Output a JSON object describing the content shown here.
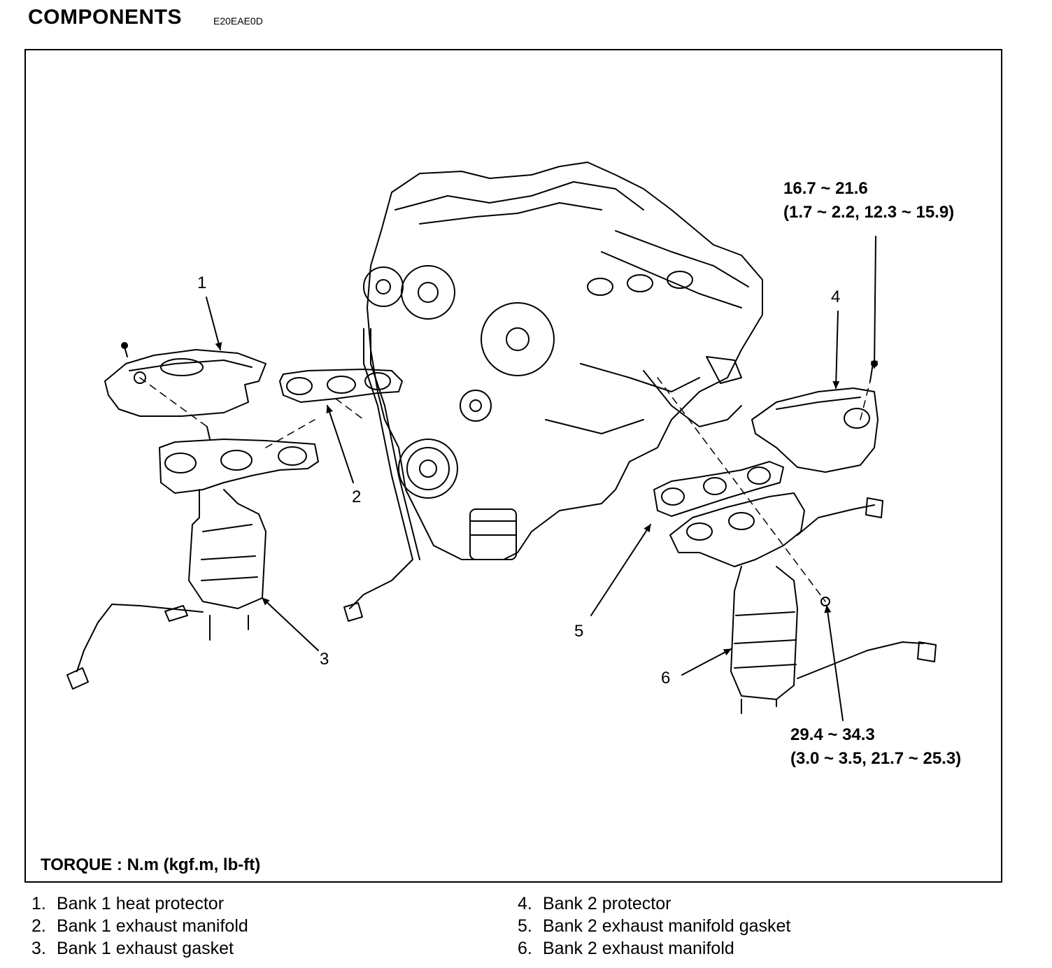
{
  "header": {
    "title": "COMPONENTS",
    "code": "E20EAE0D"
  },
  "callouts": [
    {
      "number": "1"
    },
    {
      "number": "2"
    },
    {
      "number": "3"
    },
    {
      "number": "4"
    },
    {
      "number": "5"
    },
    {
      "number": "6"
    }
  ],
  "torque_specs": [
    {
      "value": "16.7 ~ 21.6",
      "alt": "(1.7 ~ 2.2, 12.3 ~ 15.9)"
    },
    {
      "value": "29.4 ~ 34.3",
      "alt": "(3.0 ~ 3.5, 21.7 ~ 25.3)"
    }
  ],
  "torque_note": "TORQUE : N.m (kgf.m, lb-ft)",
  "legend": [
    {
      "num": "1.",
      "label": "Bank 1 heat protector"
    },
    {
      "num": "2.",
      "label": "Bank 1 exhaust manifold"
    },
    {
      "num": "3.",
      "label": "Bank 1 exhaust gasket"
    },
    {
      "num": "4.",
      "label": "Bank 2 protector"
    },
    {
      "num": "5.",
      "label": "Bank 2 exhaust manifold gasket"
    },
    {
      "num": "6.",
      "label": "Bank 2 exhaust manifold"
    }
  ]
}
